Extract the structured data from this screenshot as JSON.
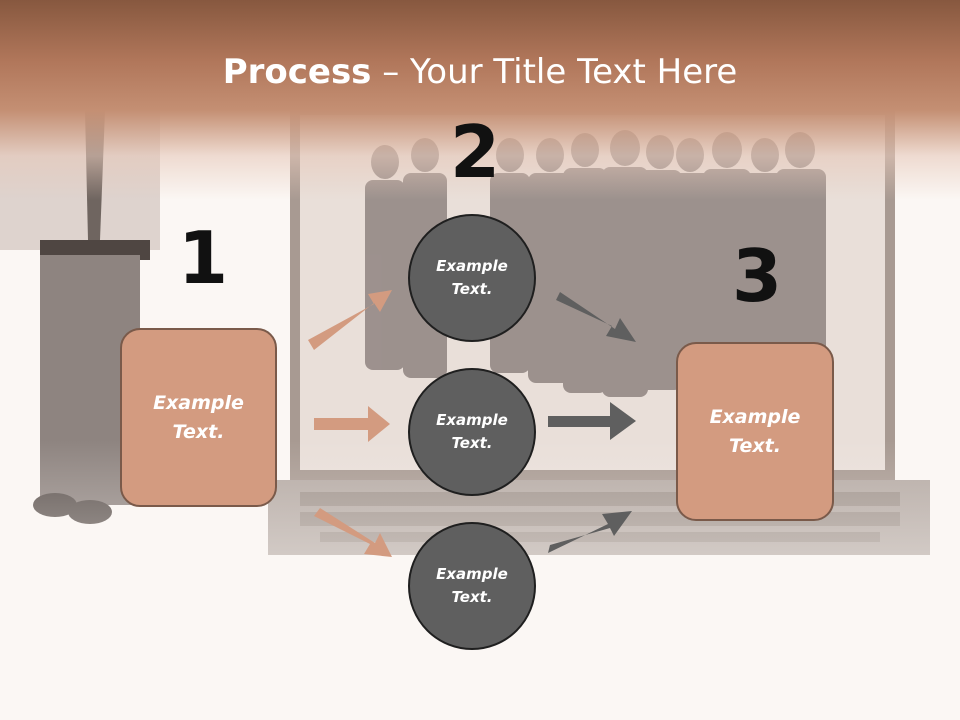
{
  "title": {
    "bold": "Process",
    "rest": " – Your Title Text Here"
  },
  "steps": [
    "1",
    "2",
    "3"
  ],
  "left_box": {
    "line1": "Example",
    "line2": "Text."
  },
  "circles": [
    {
      "line1": "Example",
      "line2": "Text."
    },
    {
      "line1": "Example",
      "line2": "Text."
    },
    {
      "line1": "Example",
      "line2": "Text."
    }
  ],
  "right_box": {
    "line1": "Example",
    "line2": "Text."
  },
  "colors": {
    "box_fill": "#d39b80",
    "circle_fill": "#5f5f5f",
    "arrow_left": "#d39b80",
    "arrow_right": "#5f5f5f",
    "header": "#b0765a"
  }
}
